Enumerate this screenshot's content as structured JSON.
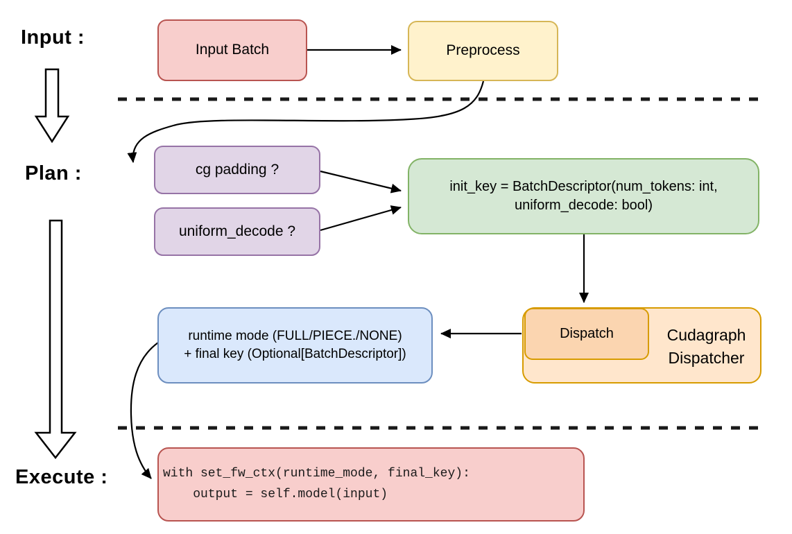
{
  "diagram": {
    "title_hint": "cudagraph dispatch flow",
    "stages": {
      "input_label": "Input :",
      "plan_label": "Plan :",
      "execute_label": "Execute :"
    },
    "nodes": {
      "input_batch": {
        "label": "Input Batch"
      },
      "preprocess": {
        "label": "Preprocess"
      },
      "cg_padding": {
        "label": "cg padding ?"
      },
      "uniform_decode": {
        "label": "uniform_decode ?"
      },
      "init_key": {
        "line1": "init_key = BatchDescriptor(num_tokens: int,",
        "line2": "uniform_decode: bool)"
      },
      "runtime_result": {
        "line1": "runtime mode (FULL/PIECE./NONE)",
        "line2": "+ final key (Optional[BatchDescriptor])"
      },
      "dispatch": {
        "label": "Dispatch"
      },
      "cudagraph_dispatcher": {
        "line1": "Cudagraph",
        "line2": "Dispatcher"
      },
      "execute_code": {
        "line1": "with set_fw_ctx(runtime_mode, final_key):",
        "line2": "    output = self.model(input)"
      }
    },
    "colors": {
      "pink_fill": "#f8cecc",
      "pink_stroke": "#b85450",
      "yellow_fill": "#fff2cc",
      "yellow_stroke": "#d6b656",
      "purple_fill": "#e1d5e7",
      "purple_stroke": "#9673a6",
      "green_fill": "#d5e8d4",
      "green_stroke": "#82b366",
      "blue_fill": "#dae8fc",
      "blue_stroke": "#6c8ebf",
      "orange_fill": "#ffe6cc",
      "orange_inner_fill": "#fbd5b0",
      "orange_stroke": "#d79b00",
      "connector": "#000000",
      "background": "#ffffff"
    }
  }
}
